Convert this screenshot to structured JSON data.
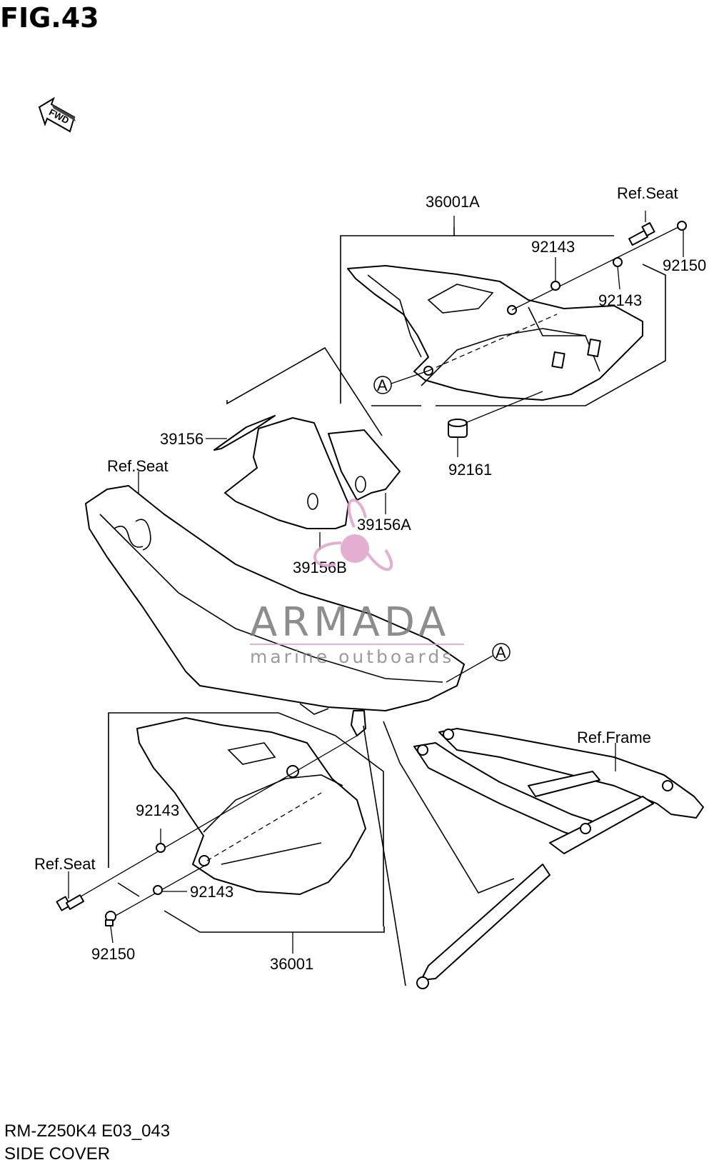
{
  "figure": {
    "title": "FIG.43",
    "model_code": "RM-Z250K4 E03_043",
    "section_name": "SIDE COVER",
    "fwd_label": "FWD"
  },
  "parts": {
    "p36001A": "36001A",
    "ref_seat_top": "Ref.Seat",
    "p92143_top_a": "92143",
    "p92150_top": "92150",
    "p92143_top_b": "92143",
    "ref_A_top": "A",
    "p39156": "39156",
    "ref_seat_mid": "Ref.Seat",
    "p92161": "92161",
    "p39156A": "39156A",
    "p39156B": "39156B",
    "ref_A_bottom": "A",
    "ref_frame": "Ref.Frame",
    "p92143_low_a": "92143",
    "ref_seat_low": "Ref.Seat",
    "p92143_low_b": "92143",
    "p92150_low": "92150",
    "p36001": "36001"
  },
  "watermark": {
    "brand": "ARMADA",
    "tagline": "marine outboards",
    "accent_color": "#e0a0c8",
    "text_color": "#7a7a7a"
  }
}
